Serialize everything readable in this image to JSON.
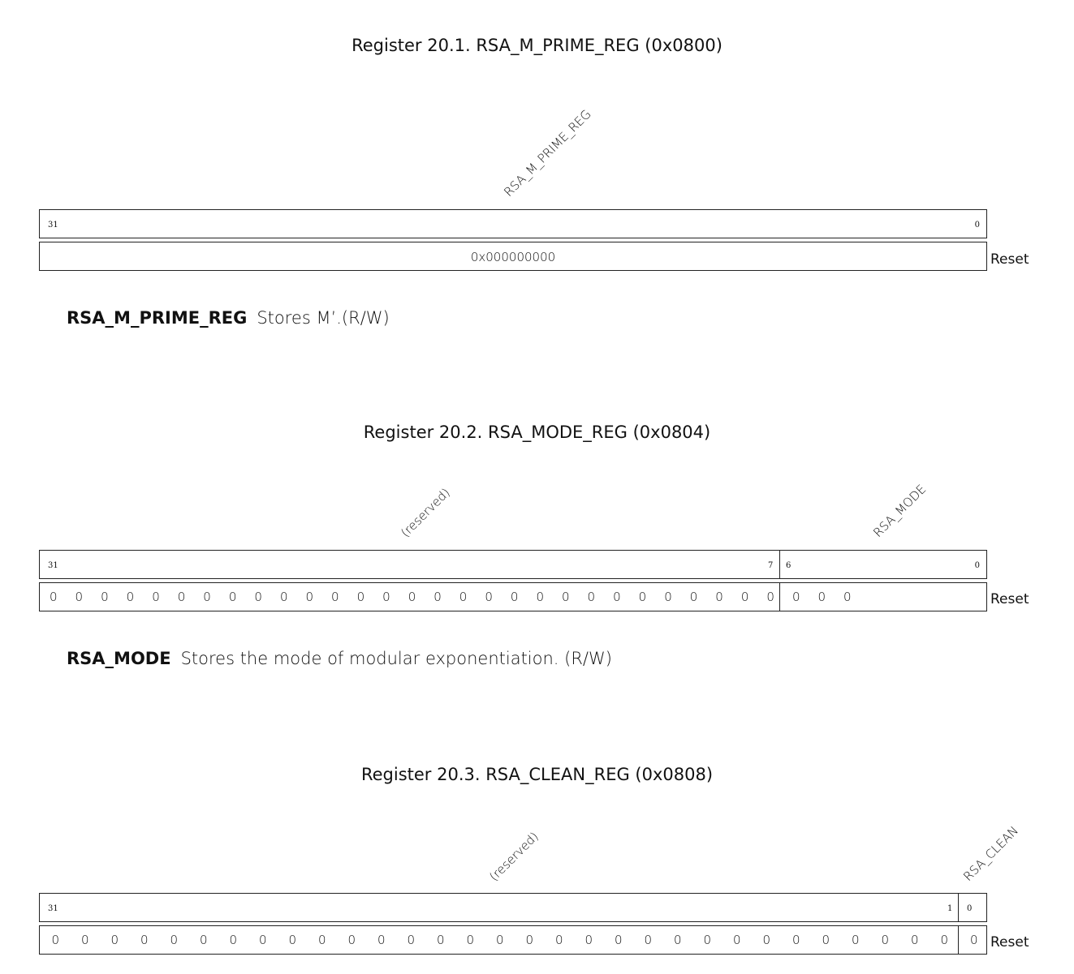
{
  "registers": [
    {
      "title": "Register 20.1. RSA_M_PRIME_REG (0x0800)",
      "field_label": "RSA_M_PRIME_REG",
      "bit_high": "31",
      "bit_low": "0",
      "reset_hex": "0x000000000",
      "reset_label": "Reset",
      "description": {
        "field": "RSA_M_PRIME_REG",
        "text": "Stores M’.(R/W)"
      }
    },
    {
      "title": "Register 20.2. RSA_MODE_REG (0x0804)",
      "reserved_label": "(reserved)",
      "field_label": "RSA_MODE",
      "bits": [
        "31",
        "7",
        "6",
        "0"
      ],
      "reset_bit": "0",
      "reset_label": "Reset",
      "description": {
        "field": "RSA_MODE",
        "text": "Stores the mode of modular exponentiation. (R/W)"
      }
    },
    {
      "title": "Register 20.3. RSA_CLEAN_REG (0x0808)",
      "reserved_label": "(reserved)",
      "field_label": "RSA_CLEAN",
      "bits": [
        "31",
        "1",
        "0"
      ],
      "reset_bit": "0",
      "reset_label": "Reset"
    }
  ]
}
